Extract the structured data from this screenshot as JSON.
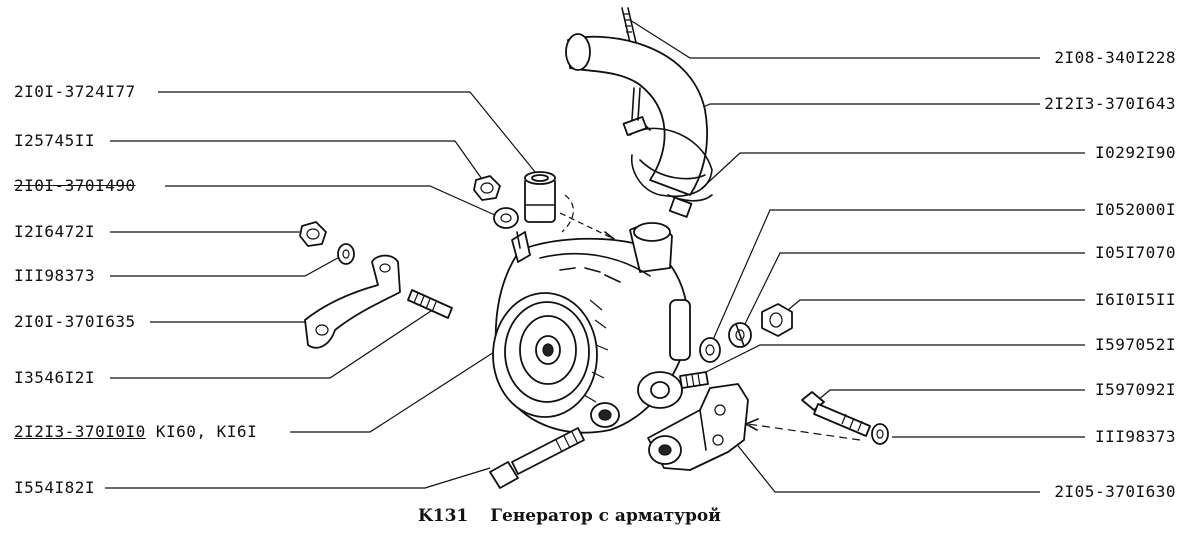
{
  "caption": {
    "code": "K131",
    "title": "Генератор с арматурой"
  },
  "labels_left": [
    {
      "id": "l1",
      "text": "2I0I-3724I77"
    },
    {
      "id": "l2",
      "text": "I25745II"
    },
    {
      "id": "l3",
      "text": "2I0I-370I490"
    },
    {
      "id": "l4",
      "text": "I2I6472I"
    },
    {
      "id": "l5",
      "text": "III98373"
    },
    {
      "id": "l6",
      "text": "2I0I-370I635"
    },
    {
      "id": "l7",
      "text": "I3546I2I"
    },
    {
      "id": "l8",
      "code": "2I2I3-370I0I0",
      "suffix": " KI60, KI6I"
    },
    {
      "id": "l9",
      "text": "I554I82I"
    }
  ],
  "labels_right": [
    {
      "id": "r1",
      "text": "2I08-340I228"
    },
    {
      "id": "r2",
      "text": "2I2I3-370I643"
    },
    {
      "id": "r3",
      "text": "I0292I90"
    },
    {
      "id": "r4",
      "text": "I052000I"
    },
    {
      "id": "r5",
      "text": "I05I7070"
    },
    {
      "id": "r6",
      "text": "I6I0I5II"
    },
    {
      "id": "r7",
      "text": "I597052I"
    },
    {
      "id": "r8",
      "text": "I597092I"
    },
    {
      "id": "r9",
      "text": "III98373"
    },
    {
      "id": "r10",
      "text": "2I05-370I630"
    }
  ]
}
